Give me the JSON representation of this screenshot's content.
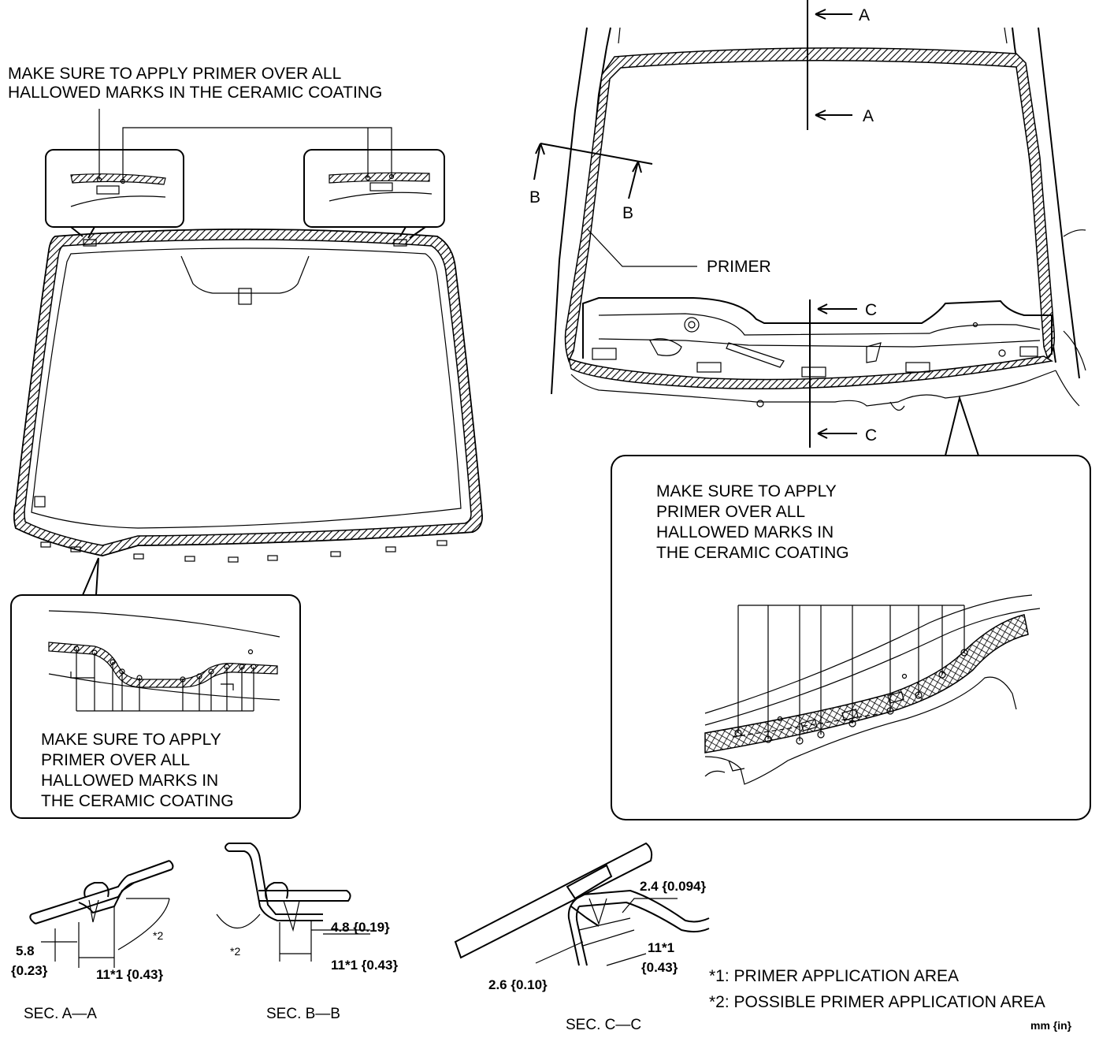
{
  "notes": {
    "top_left": [
      "MAKE SURE TO APPLY PRIMER OVER ALL",
      "HALLOWED MARKS IN THE CERAMIC COATING"
    ],
    "bottom_left": [
      "MAKE SURE TO APPLY",
      "PRIMER OVER ALL",
      "HALLOWED MARKS IN",
      "THE CERAMIC COATING"
    ],
    "right": [
      "MAKE SURE TO APPLY",
      "PRIMER OVER ALL",
      "HALLOWED MARKS IN",
      "THE CERAMIC COATING"
    ]
  },
  "callouts": {
    "primer": "PRIMER",
    "section_a": "A",
    "section_b": "B",
    "section_c": "C"
  },
  "sections": {
    "aa": {
      "title": "SEC. A—A",
      "dim1": "5.8",
      "dim1_in": "{0.23}",
      "dim2": "11*1 {0.43}",
      "ref": "*2"
    },
    "bb": {
      "title": "SEC. B—B",
      "dim1": "4.8 {0.19}",
      "dim2": "11*1 {0.43}",
      "ref": "*2"
    },
    "cc": {
      "title": "SEC. C—C",
      "dim1": "2.4 {0.094}",
      "dim2": "11*1",
      "dim2_in": "{0.43}",
      "dim3": "2.6 {0.10}"
    }
  },
  "legend": {
    "item1": "*1: PRIMER APPLICATION AREA",
    "item2": "*2: POSSIBLE PRIMER APPLICATION AREA",
    "units": "mm {in}"
  }
}
